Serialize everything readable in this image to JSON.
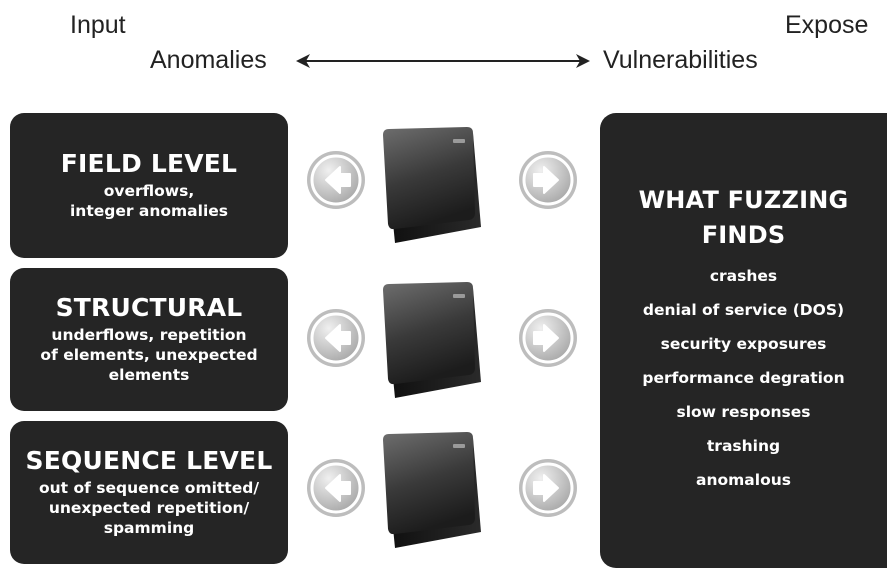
{
  "header": {
    "input_label": "Input",
    "expose_label": "Expose",
    "anomalies_label": "Anomalies",
    "vulnerabilities_label": "Vulnerabilities",
    "arrow_icon": "double-headed-arrow-icon"
  },
  "levels": [
    {
      "title": "FIELD LEVEL",
      "lines": [
        "overflows,",
        "integer anomalies"
      ]
    },
    {
      "title": "STRUCTURAL",
      "lines": [
        "underflows, repetition",
        "of elements, unexpected",
        "elements"
      ]
    },
    {
      "title": "SEQUENCE LEVEL",
      "lines": [
        "out of sequence omitted/",
        "unexpected repetition/",
        "spamming"
      ]
    }
  ],
  "icons": {
    "left": "left-arrow-circle-icon",
    "right": "right-arrow-circle-icon",
    "key": "keyboard-key-icon"
  },
  "finds": {
    "title_line1": "WHAT FUZZING",
    "title_line2": "FINDS",
    "items": [
      "crashes",
      "denial of service (DOS)",
      "security exposures",
      "performance degration",
      "slow responses",
      "trashing",
      "anomalous"
    ]
  },
  "colors": {
    "box": "#252525",
    "circle": "#cfcfcf",
    "key_dark": "#1a1a1a",
    "text": "#ffffff"
  }
}
